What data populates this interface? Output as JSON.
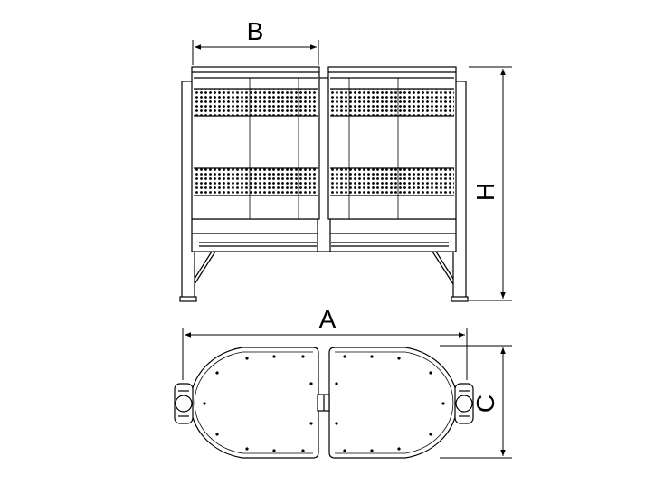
{
  "diagram": {
    "labels": {
      "width_total": "A",
      "width_bin": "B",
      "depth": "C",
      "height": "H"
    },
    "colors": {
      "stroke": "#000000",
      "paper": "#ffffff",
      "panel": "#f4f4f4"
    }
  }
}
